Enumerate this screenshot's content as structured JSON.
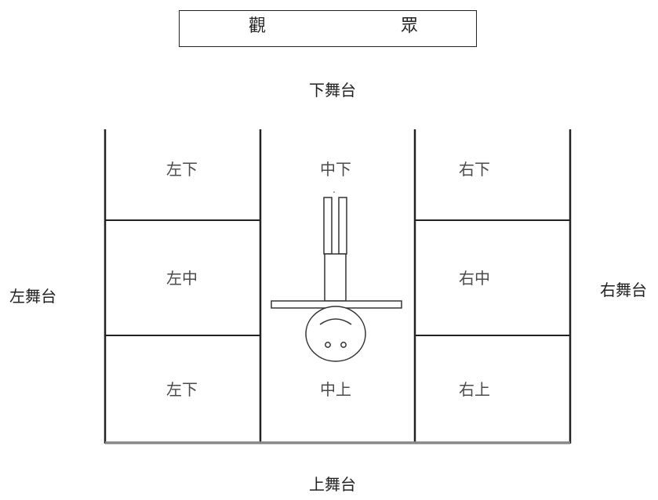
{
  "audience": {
    "char_left": "觀",
    "char_right": "眾"
  },
  "labels": {
    "downstage": "下舞台",
    "upstage": "上舞台",
    "stage_left": "左舞台",
    "stage_right": "右舞台"
  },
  "grid": {
    "row1": [
      "左下",
      "中下",
      "右下"
    ],
    "row2": [
      "左中",
      "",
      "右中"
    ],
    "row3": [
      "左下",
      "中上",
      "右上"
    ]
  },
  "center_marker": "."
}
